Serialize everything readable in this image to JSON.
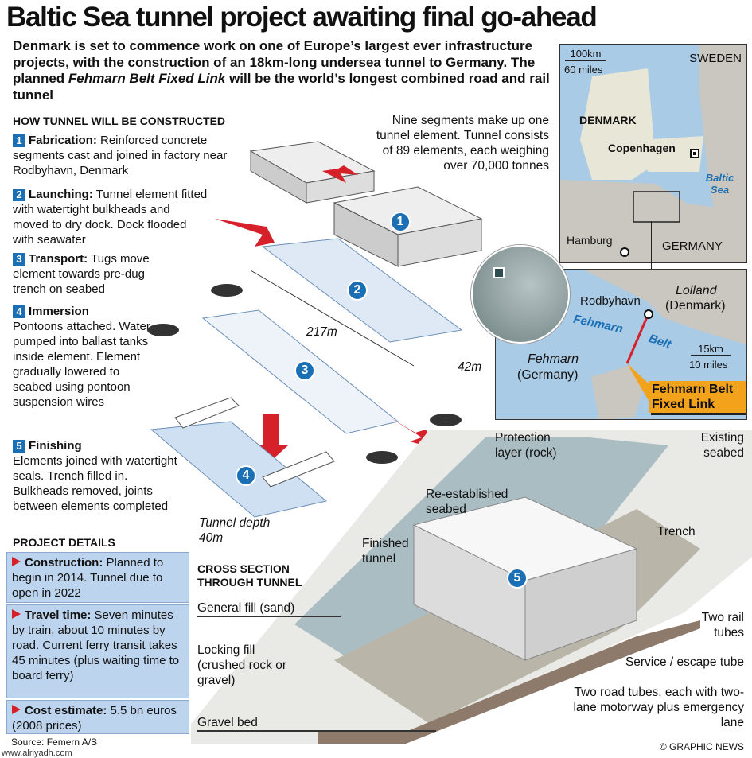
{
  "title": "Baltic Sea tunnel project awaiting final go-ahead",
  "intro": {
    "part1": "Denmark is set to commence work on one of Europe’s largest ever infrastructure projects, with the construction of an 18km-long undersea tunnel to Germany. The planned ",
    "emphasis": "Fehmarn Belt Fixed Link",
    "part2": " will be the world’s longest combined road and rail tunnel"
  },
  "how_heading": "HOW TUNNEL WILL BE CONSTRUCTED",
  "steps": [
    {
      "n": "1",
      "title": "Fabrication:",
      "text": " Reinforced concrete segments cast and joined in factory near Rodbyhavn, Denmark"
    },
    {
      "n": "2",
      "title": "Launching:",
      "text": " Tunnel element fitted with watertight bulkheads and moved to dry dock. Dock flooded with seawater"
    },
    {
      "n": "3",
      "title": "Transport:",
      "text": " Tugs move element towards pre-dug trench on seabed"
    },
    {
      "n": "4",
      "title": "Immersion",
      "text": "Pontoons attached. Water pumped into ballast tanks inside element. Element gradually lowered to seabed using pontoon suspension wires"
    },
    {
      "n": "5",
      "title": "Finishing",
      "text": "Elements joined with watertight seals. Trench filled in. Bulkheads removed, joints between elements completed"
    }
  ],
  "project_heading": "PROJECT DETAILS",
  "details": [
    {
      "title": "Construction:",
      "text": " Planned to begin in 2014. Tunnel due to open in 2022"
    },
    {
      "title": "Travel time:",
      "text": " Seven minutes by train, about 10 minutes by road. Current ferry transit takes 45 minutes (plus waiting time to board ferry)"
    },
    {
      "title": "Cost estimate:",
      "text": " 5.5 bn euros (2008 prices)"
    }
  ],
  "source": "Source: Femern A/S",
  "credit": "© GRAPHIC NEWS",
  "watermark": "www.alriyadh.com",
  "segments_note": "Nine segments make up one tunnel element. Tunnel consists of 89 elements, each weighing over 70,000 tonnes",
  "dims": {
    "length": "217m",
    "width": "42m",
    "depth": "Tunnel depth 40m"
  },
  "map_top": {
    "scale_km": "100km",
    "scale_mi": "60 miles",
    "sweden": "SWEDEN",
    "denmark": "DENMARK",
    "copenhagen": "Copenhagen",
    "baltic": "Baltic Sea",
    "hamburg": "Hamburg",
    "germany": "GERMANY"
  },
  "map_bottom": {
    "rodbyhavn": "Rodbyhavn",
    "lolland": "Lolland",
    "lolland_country": "(Denmark)",
    "fehmarn_belt_1": "Fehmarn",
    "fehmarn_belt_2": "Belt",
    "fehmarn": "Fehmarn",
    "fehmarn_country": "(Germany)",
    "scale_km": "15km",
    "scale_mi": "10 miles",
    "callout": "Fehmarn Belt Fixed Link"
  },
  "cross_section": {
    "heading": "CROSS SECTION THROUGH TUNNEL",
    "protection": "Protection layer (rock)",
    "existing": "Existing seabed",
    "reestablished": "Re-established seabed",
    "trench": "Trench",
    "finished": "Finished tunnel",
    "general_fill": "General fill (sand)",
    "locking_fill": "Locking fill (crushed rock or gravel)",
    "gravel": "Gravel bed",
    "rail": "Two rail tubes",
    "service": "Service / escape tube",
    "road": "Two road tubes, each with two-lane motorway plus emergency lane"
  },
  "colors": {
    "accent_blue": "#1a6fb5",
    "red": "#d6202a",
    "orange": "#f2a21b",
    "box_blue": "#bcd4ee"
  }
}
